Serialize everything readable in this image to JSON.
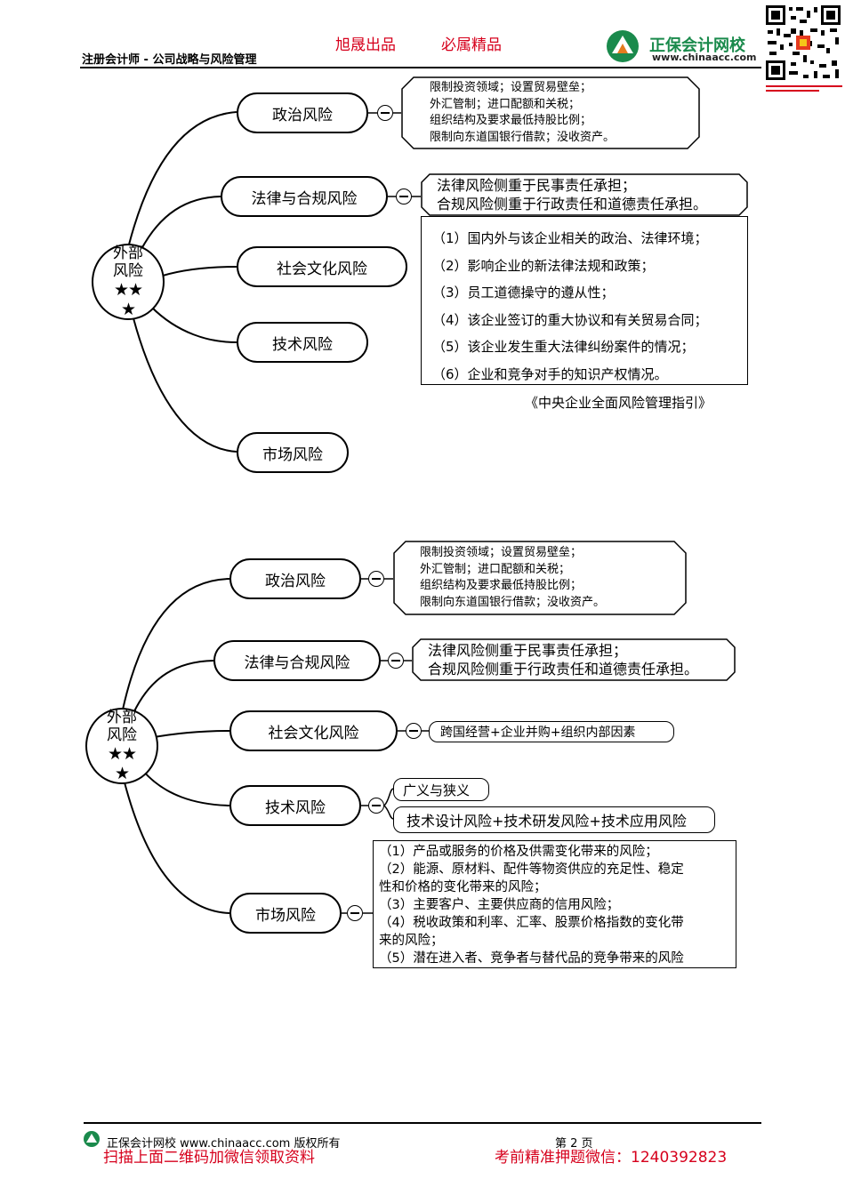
{
  "header": {
    "left_title": "注册会计师 - 公司战略与风险管理",
    "slogan_1": "旭晟出品",
    "slogan_2": "必属精品",
    "logo_name": "正保会计网校",
    "logo_url": "www.chinaacc.com"
  },
  "map1": {
    "root_line1": "外部",
    "root_line2": "风险",
    "root_stars_top": "★★",
    "root_stars_bottom": "★",
    "branches": [
      "政治风险",
      "法律与合规风险",
      "社会文化风险",
      "技术风险",
      "市场风险"
    ],
    "political_items": [
      "限制投资领域；设置贸易壁垒；",
      "外汇管制；进口配额和关税；",
      "组织结构及要求最低持股比例；",
      "限制向东道国银行借款；没收资产。"
    ],
    "legal_items": [
      "法律风险侧重于民事责任承担；",
      "合规风险侧重于行政责任和道德责任承担。"
    ],
    "guideline_items": [
      "（1）国内外与该企业相关的政治、法律环境；",
      "（2）影响企业的新法律法规和政策；",
      "（3）员工道德操守的遵从性；",
      "（4）该企业签订的重大协议和有关贸易合同；",
      "（5）该企业发生重大法律纠纷案件的情况；",
      "（6）企业和竞争对手的知识产权情况。"
    ],
    "guideline_source": "《中央企业全面风险管理指引》"
  },
  "map2": {
    "root_line1": "外部",
    "root_line2": "风险",
    "root_stars_top": "★★",
    "root_stars_bottom": "★",
    "branches": [
      "政治风险",
      "法律与合规风险",
      "社会文化风险",
      "技术风险",
      "市场风险"
    ],
    "political_items": [
      "限制投资领域；设置贸易壁垒；",
      "外汇管制；进口配额和关税；",
      "组织结构及要求最低持股比例；",
      "限制向东道国银行借款；没收资产。"
    ],
    "legal_items": [
      "法律风险侧重于民事责任承担；",
      "合规风险侧重于行政责任和道德责任承担。"
    ],
    "social_item": "跨国经营+企业并购+组织内部因素",
    "tech_items": [
      "广义与狭义",
      "技术设计风险+技术研发风险+技术应用风险"
    ],
    "market_items": [
      "（1）产品或服务的价格及供需变化带来的风险；",
      "（2）能源、原材料、配件等物资供应的充足性、稳定",
      "性和价格的变化带来的风险；",
      "（3）主要客户、主要供应商的信用风险；",
      "（4）税收政策和利率、汇率、股票价格指数的变化带",
      "来的风险；",
      "（5）潜在进入者、竞争者与替代品的竞争带来的风险"
    ]
  },
  "footer": {
    "copyright": "正保会计网校 www.chinaacc.com 版权所有",
    "page": "第 2 页",
    "scan_note": "扫描上面二维码加微信领取资料",
    "wechat_note": "考前精准押题微信：1240392823"
  },
  "colors": {
    "accent_red": "#d6001c",
    "logo_green": "#1a8a4c"
  }
}
